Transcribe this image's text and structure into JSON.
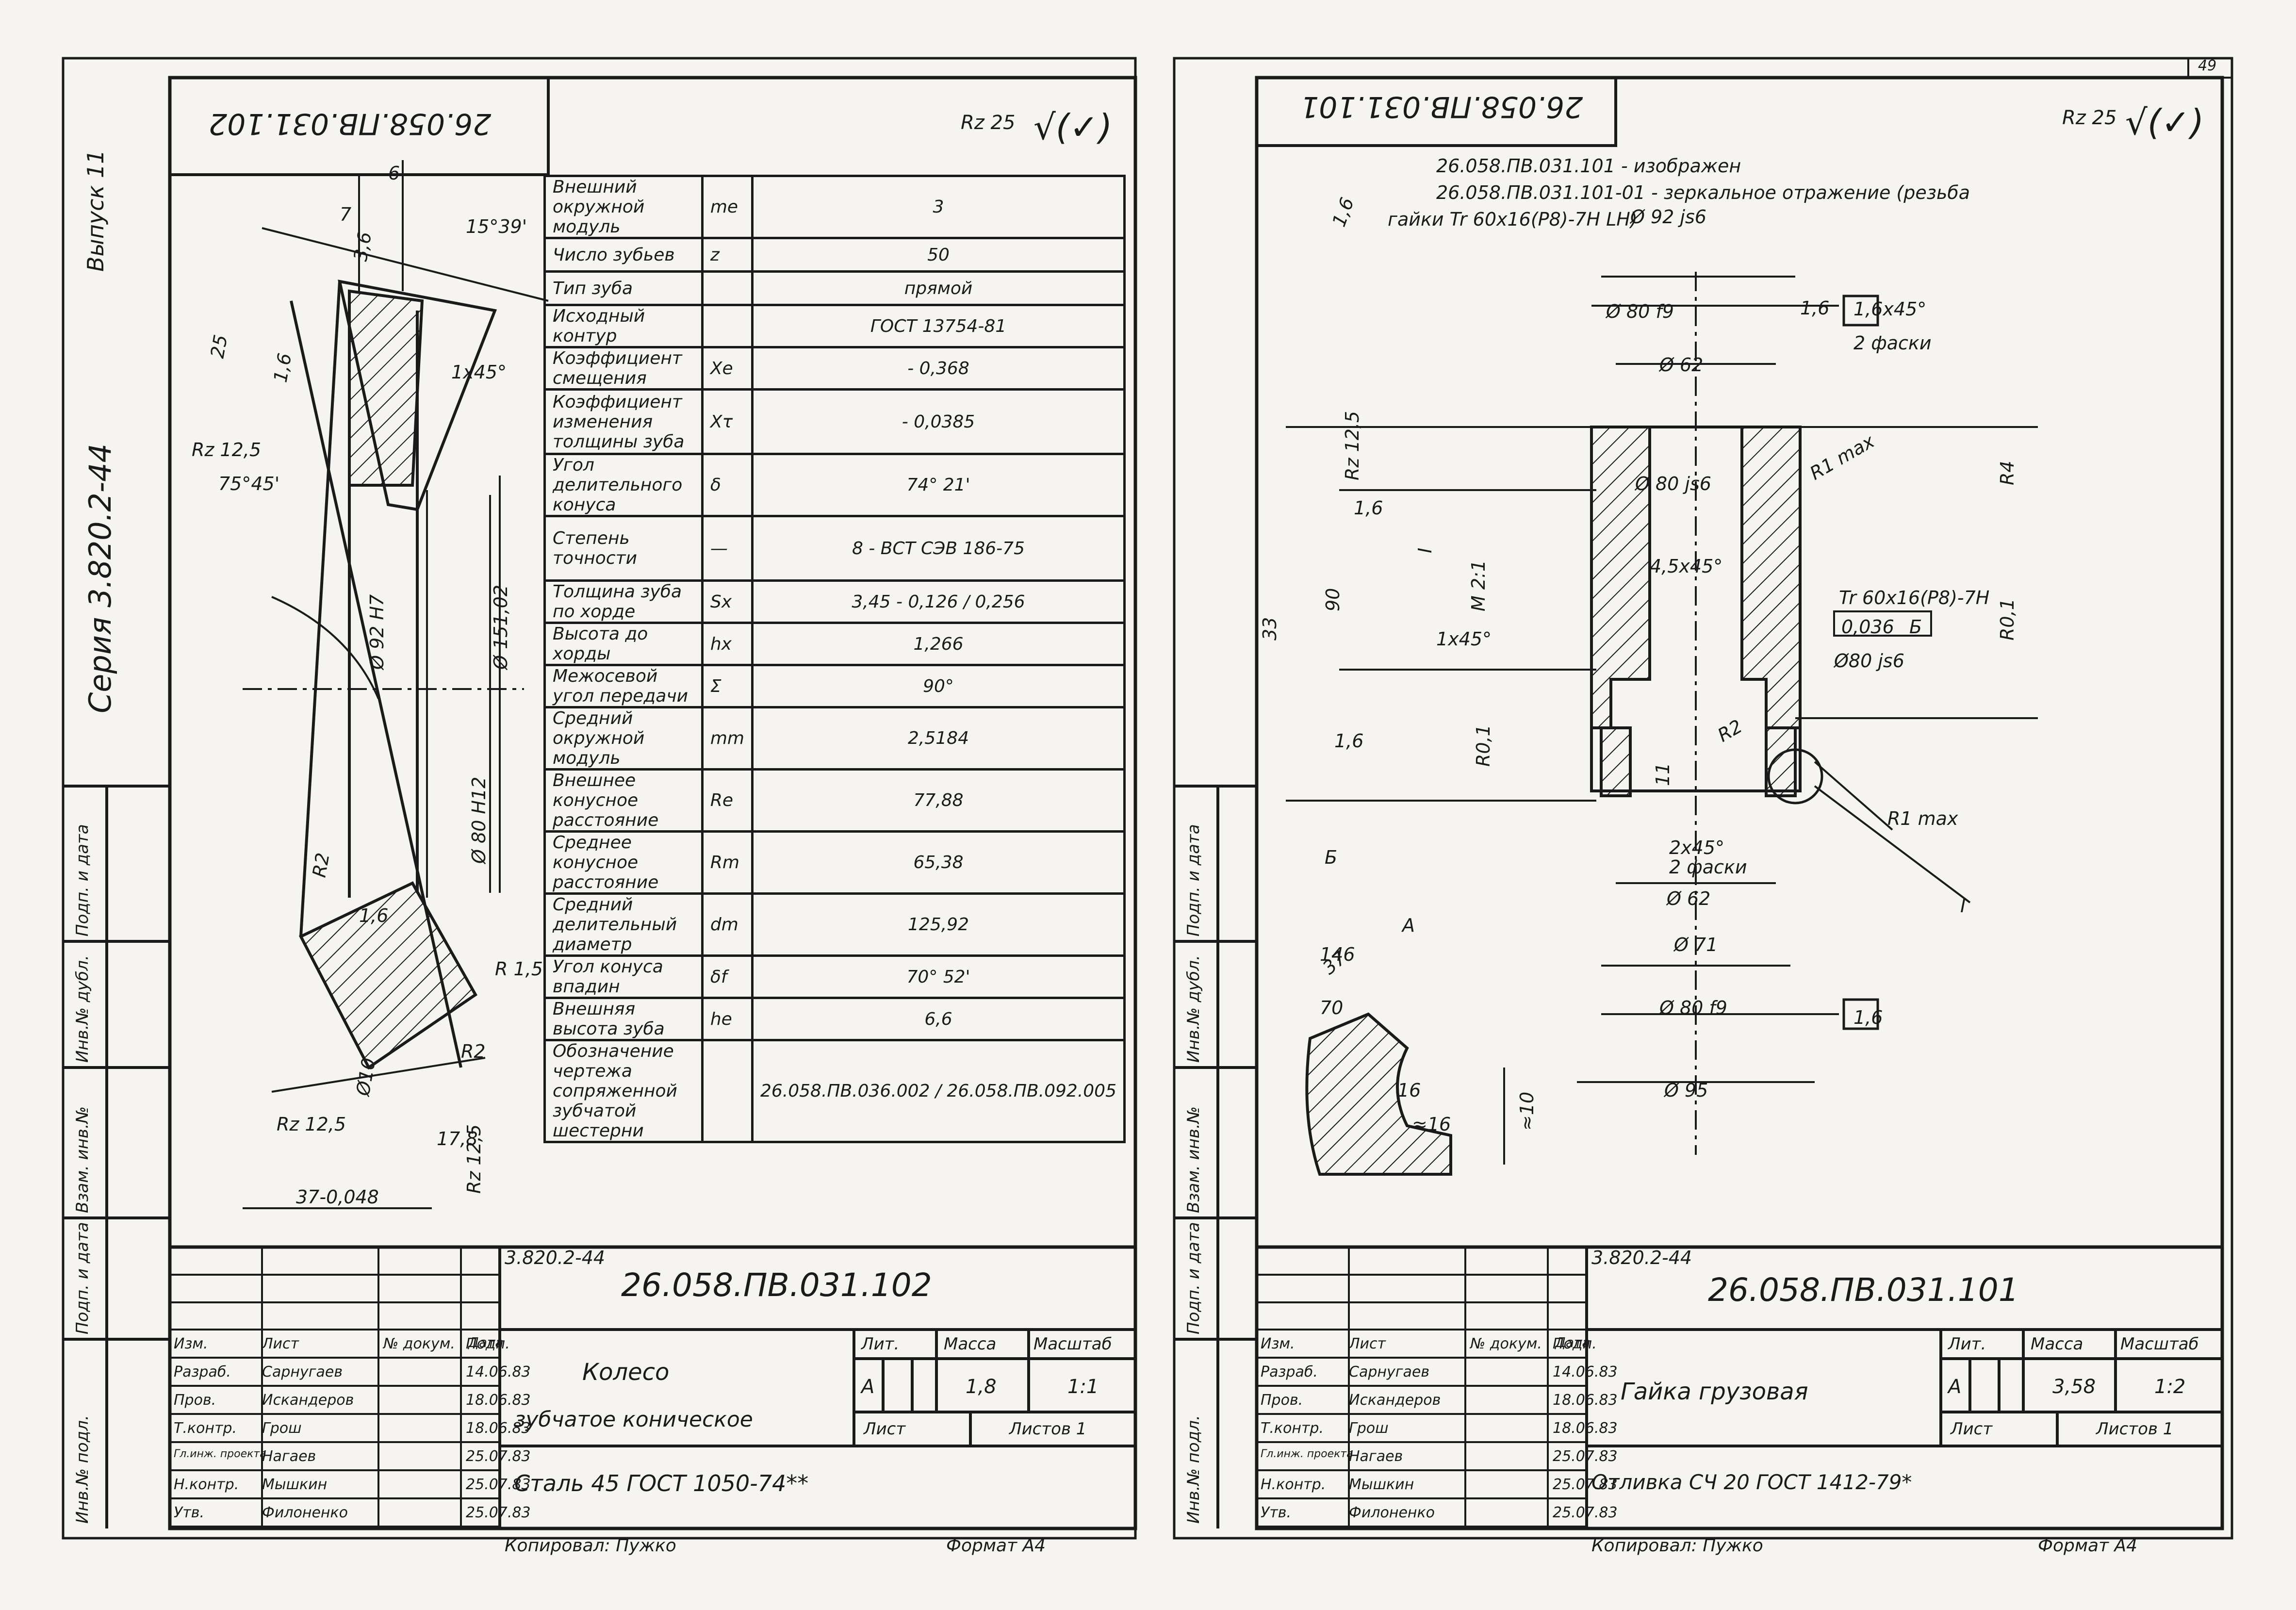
{
  "page_number": "49",
  "left": {
    "header_code": "26.058.ПВ.031.102",
    "roughness": "Rz 25",
    "series_label": "Серия 3.820.2-44",
    "issue_label": "Выпуск 11",
    "gear_params": [
      {
        "name": "Внешний окружной модуль",
        "sym": "me",
        "val": "3"
      },
      {
        "name": "Число зубьев",
        "sym": "z",
        "val": "50"
      },
      {
        "name": "Тип зуба",
        "sym": "",
        "val": "прямой"
      },
      {
        "name": "Исходный контур",
        "sym": "",
        "val": "ГОСТ 13754-81"
      },
      {
        "name": "Коэффициент смещения",
        "sym": "Xe",
        "val": "- 0,368"
      },
      {
        "name": "Коэффициент изменения толщины зуба",
        "sym": "Xτ",
        "val": "- 0,0385"
      },
      {
        "name": "Угол делительного конуса",
        "sym": "δ",
        "val": "74° 21'"
      },
      {
        "name": "Степень точности",
        "sym": "—",
        "val": "8 - ВСТ СЭВ 186-75"
      },
      {
        "name": "Толщина зуба по хорде",
        "sym": "Sx",
        "val": "3,45 - 0,126 / 0,256"
      },
      {
        "name": "Высота до хорды",
        "sym": "hx",
        "val": "1,266"
      },
      {
        "name": "Межосевой угол передачи",
        "sym": "Σ",
        "val": "90°"
      },
      {
        "name": "Средний окружной модуль",
        "sym": "mm",
        "val": "2,5184"
      },
      {
        "name": "Внешнее конусное расстояние",
        "sym": "Re",
        "val": "77,88"
      },
      {
        "name": "Среднее конусное расстояние",
        "sym": "Rm",
        "val": "65,38"
      },
      {
        "name": "Средний делительный диаметр",
        "sym": "dm",
        "val": "125,92"
      },
      {
        "name": "Угол конуса впадин",
        "sym": "δf",
        "val": "70° 52'"
      },
      {
        "name": "Внешняя высота зуба",
        "sym": "he",
        "val": "6,6"
      },
      {
        "name": "Обозначение чертежа сопряженной зубчатой шестерни",
        "sym": "",
        "val": "26.058.ПВ.036.002 / 26.058.ПВ.092.005"
      }
    ],
    "dims": [
      "6",
      "7",
      "15°39'",
      "3,6",
      "25",
      "1,6",
      "1х45°",
      "Rz 12,5",
      "75°45'",
      "Ø 92 H7",
      "Ø 151,02",
      "Ø 80 H12",
      "R2",
      "1,6",
      "R 1,5",
      "R2",
      "Rz 12,5",
      "Ø10",
      "17,8",
      "37-0,048",
      "Rz 12,5"
    ],
    "title_block": {
      "series": "3.820.2-44",
      "code": "26.058.ПВ.031.102",
      "name_line1": "Колесо",
      "name_line2": "зубчатое коническое",
      "material": "Сталь 45 ГОСТ 1050-74**",
      "lit_label": "Лит.",
      "mass_label": "Масса",
      "scale_label": "Масштаб",
      "lit": "А",
      "mass": "1,8",
      "scale": "1:1",
      "sheet_label": "Лист",
      "sheets_label": "Листов 1",
      "roles": [
        {
          "role": "Изм.",
          "name": "Лист",
          "sign": "№ докум.",
          "date": "Подп."
        },
        {
          "role": "Разраб.",
          "name": "Сарнугаев",
          "sign": "",
          "date": "14.06.83"
        },
        {
          "role": "Пров.",
          "name": "Искандеров",
          "sign": "",
          "date": "18.06.83"
        },
        {
          "role": "Т.контр.",
          "name": "Грош",
          "sign": "",
          "date": "18.06.83"
        },
        {
          "role": "Гл.инж. проекта",
          "name": "Нагаев",
          "sign": "",
          "date": "25.07.83"
        },
        {
          "role": "Н.контр.",
          "name": "Мышкин",
          "sign": "",
          "date": "25.07.83"
        },
        {
          "role": "Утв.",
          "name": "Филоненко",
          "sign": "",
          "date": "25.07.83"
        }
      ],
      "date_head": "Дата",
      "copied": "Копировал: Пужко",
      "format": "Формат А4"
    },
    "margin_labels": [
      "Инв.№ подл.",
      "Подп. и дата",
      "Взам. инв.№",
      "Инв.№ дубл.",
      "Подп. и дата"
    ]
  },
  "right": {
    "header_code": "26.058.ПВ.031.101",
    "roughness": "Rz 25",
    "note_line1": "26.058.ПВ.031.101 - изображен",
    "note_line2": "26.058.ПВ.031.101-01 - зеркальное отражение (резьба",
    "note_line3": "гайки Tr 60х16(P8)-7H LH)",
    "dims": [
      "Ø 92 js6",
      "Ø 80 f9",
      "1,6х45°",
      "2 фаски",
      "Ø 62",
      "Ø 80 js6",
      "R1 max",
      "4,5х45°",
      "Tr 60х16(P8)-7H",
      "0,036",
      "Б",
      "Ø80 js6",
      "1х45°",
      "R2",
      "2х45°",
      "2 фаски",
      "Ø 62",
      "Ø 71",
      "Ø 80 f9",
      "Ø 95",
      "R1 max",
      "I",
      "146",
      "70",
      "37",
      "16",
      "≈16",
      "≈10",
      "33",
      "90",
      "Rz 12,5",
      "I",
      "М 2:1",
      "R0,1",
      "R4",
      "R0,1",
      "11",
      "А",
      "Б",
      "1,6",
      "1,6",
      "1,6",
      "1,6",
      "1,6"
    ],
    "title_block": {
      "series": "3.820.2-44",
      "code": "26.058.ПВ.031.101",
      "name_line1": "Гайка грузовая",
      "material": "Отливка СЧ 20 ГОСТ 1412-79*",
      "lit_label": "Лит.",
      "mass_label": "Масса",
      "scale_label": "Масштаб",
      "lit": "А",
      "mass": "3,58",
      "scale": "1:2",
      "sheet_label": "Лист",
      "sheets_label": "Листов 1",
      "roles": [
        {
          "role": "Изм.",
          "name": "Лист",
          "sign": "№ докум.",
          "date": "Подп."
        },
        {
          "role": "Разраб.",
          "name": "Сарнугаев",
          "sign": "",
          "date": "14.06.83"
        },
        {
          "role": "Пров.",
          "name": "Искандеров",
          "sign": "",
          "date": "18.06.83"
        },
        {
          "role": "Т.контр.",
          "name": "Грош",
          "sign": "",
          "date": "18.06.83"
        },
        {
          "role": "Гл.инж. проекта",
          "name": "Нагаев",
          "sign": "",
          "date": "25.07.83"
        },
        {
          "role": "Н.контр.",
          "name": "Мышкин",
          "sign": "",
          "date": "25.07.83"
        },
        {
          "role": "Утв.",
          "name": "Филоненко",
          "sign": "",
          "date": "25.07.83"
        }
      ],
      "date_head": "Дата",
      "copied": "Копировал: Пужко",
      "format": "Формат А4"
    },
    "margin_labels": [
      "Инв.№ подл.",
      "Подп. и дата",
      "Взам. инв.№",
      "Инв.№ дубл.",
      "Подп. и дата"
    ]
  }
}
